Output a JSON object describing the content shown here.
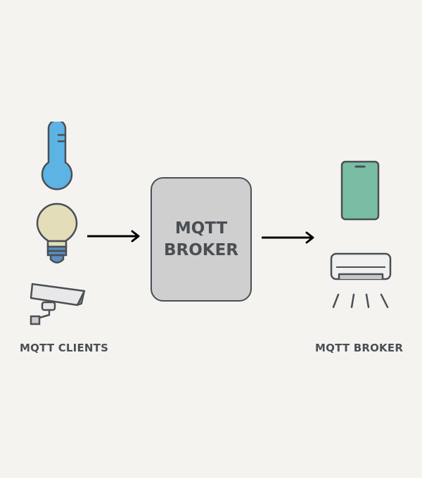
{
  "broker": {
    "line1": "MQTT",
    "line2": "BROKER"
  },
  "labels": {
    "left": "MQTT CLIENTS",
    "right": "MQTT BROKER"
  },
  "icons": {
    "publishers": [
      "thermometer-icon",
      "light-bulb-icon",
      "security-camera-icon"
    ],
    "subscribers": [
      "smartphone-icon",
      "air-conditioner-icon"
    ]
  },
  "colors": {
    "background": "#f5f3f0",
    "stroke": "#4a4f55",
    "thermometer": "#5cb3e4",
    "bulb": "#e3ddb9",
    "bulb_base": "#5a8fc0",
    "phone": "#79bda5",
    "broker_fill": "#cfcfcf",
    "arrow": "#000000"
  }
}
